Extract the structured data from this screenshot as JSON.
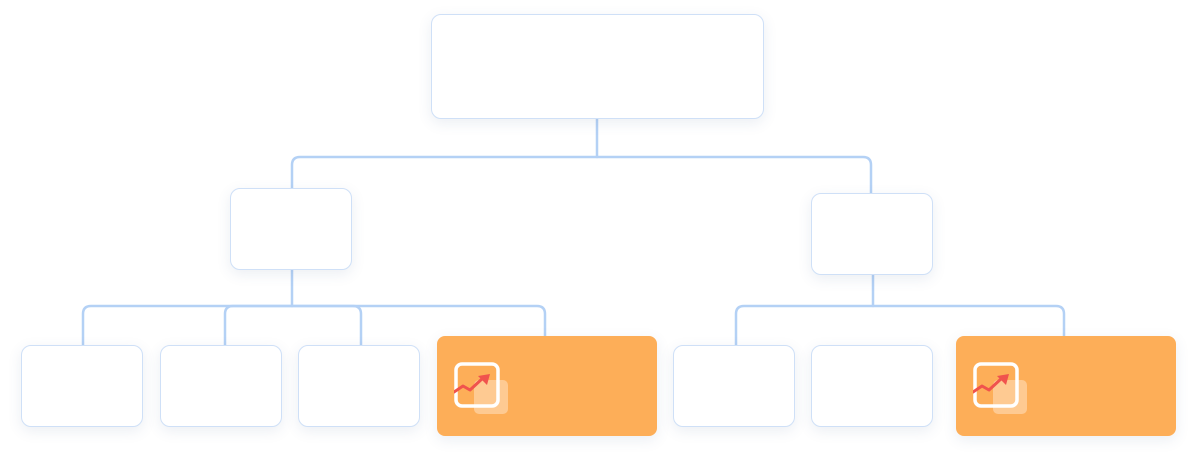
{
  "colors": {
    "connector": "#b4d1f5",
    "node_border": "#cfe0f7",
    "node_fill": "#ffffff",
    "highlight_fill": "#fdae58",
    "icon_frame": "#ffffff",
    "icon_trend": "#f0534d"
  },
  "tree": {
    "root": {
      "id": "root",
      "style": "plain"
    },
    "level1": [
      {
        "id": "branch-left",
        "style": "plain",
        "children": [
          {
            "id": "leaf-1",
            "style": "plain"
          },
          {
            "id": "leaf-2",
            "style": "plain"
          },
          {
            "id": "leaf-3",
            "style": "plain"
          },
          {
            "id": "leaf-4",
            "style": "highlight",
            "icon": "trend-chart-icon"
          }
        ]
      },
      {
        "id": "branch-right",
        "style": "plain",
        "children": [
          {
            "id": "leaf-5",
            "style": "plain"
          },
          {
            "id": "leaf-6",
            "style": "plain"
          },
          {
            "id": "leaf-7",
            "style": "highlight",
            "icon": "trend-chart-icon"
          }
        ]
      }
    ]
  }
}
